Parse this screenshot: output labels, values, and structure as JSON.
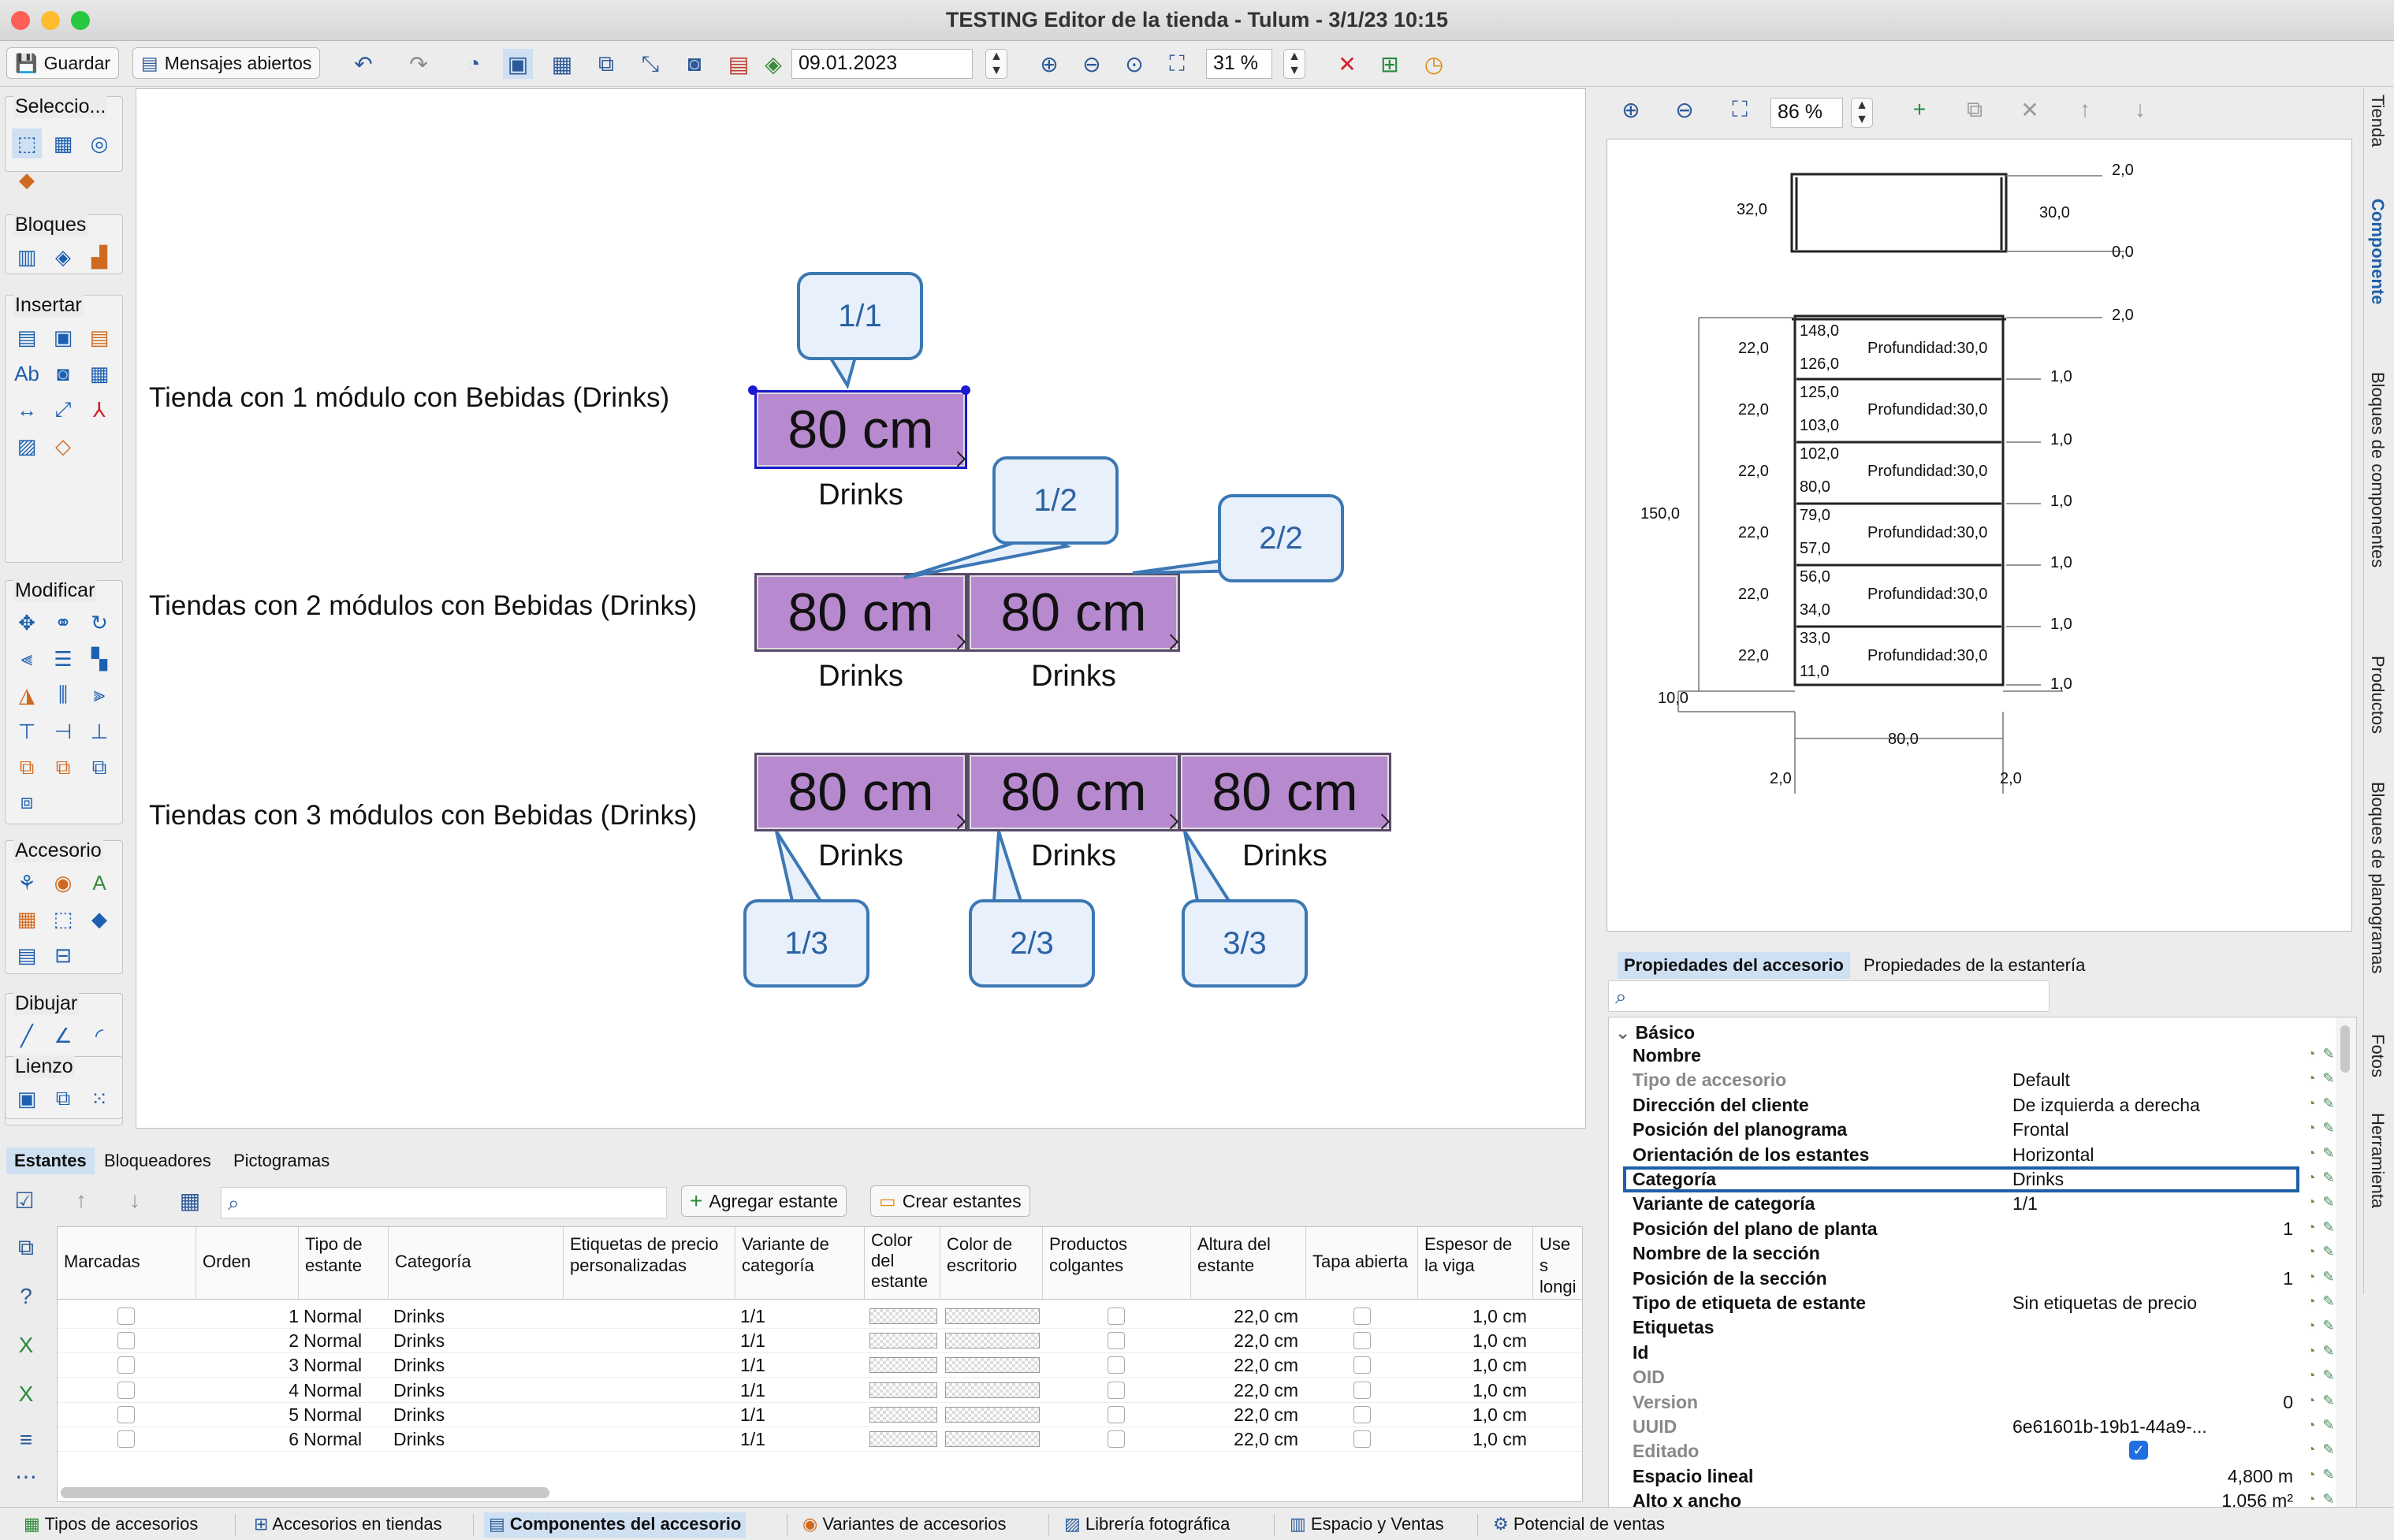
{
  "window": {
    "title": "TESTING Editor de la tienda - Tulum - 3/1/23 10:15"
  },
  "toolbar": {
    "save": "Guardar",
    "messages": "Mensajes abiertos",
    "date": "09.01.2023",
    "zoom": "31 %"
  },
  "palette": {
    "groups": [
      "Seleccio...",
      "Bloques",
      "Insertar",
      "Modificar",
      "Accesorio",
      "Dibujar",
      "Lienzo"
    ]
  },
  "canvas": {
    "rows": [
      {
        "label": "Tienda con 1 módulo con Bebidas (Drinks)"
      },
      {
        "label": "Tiendas con 2 módulos con Bebidas (Drinks)"
      },
      {
        "label": "Tiendas con 3 módulos con Bebidas (Drinks)"
      }
    ],
    "shelf_text": "80 cm",
    "category": "Drinks",
    "callouts": [
      "1/1",
      "1/2",
      "2/2",
      "1/3",
      "2/3",
      "3/3"
    ]
  },
  "right": {
    "zoom": "86 %",
    "dims": {
      "top": [
        "2,0",
        "32,0",
        "30,0",
        "0,0",
        "2,0"
      ],
      "left": [
        "22,0",
        "22,0",
        "22,0",
        "22,0",
        "22,0",
        "22,0"
      ],
      "height": "150,0",
      "base": "10,0",
      "width": "80,0",
      "foot": [
        "2,0",
        "2,0"
      ],
      "gaps": [
        "1,0",
        "1,0",
        "1,0",
        "1,0",
        "1,0",
        "1,0"
      ],
      "shelves": [
        {
          "a": "148,0",
          "b": "126,0",
          "p": "Profundidad:30,0"
        },
        {
          "a": "125,0",
          "b": "103,0",
          "p": "Profundidad:30,0"
        },
        {
          "a": "102,0",
          "b": "80,0",
          "p": "Profundidad:30,0"
        },
        {
          "a": "79,0",
          "b": "57,0",
          "p": "Profundidad:30,0"
        },
        {
          "a": "56,0",
          "b": "34,0",
          "p": "Profundidad:30,0"
        },
        {
          "a": "33,0",
          "b": "11,0",
          "p": "Profundidad:30,0"
        }
      ]
    },
    "tabs": [
      "Propiedades del accesorio",
      "Propiedades de la estantería"
    ],
    "section": "Básico",
    "props": [
      {
        "k": "Nombre",
        "v": ""
      },
      {
        "k": "Tipo de accesorio",
        "v": "Default",
        "muted": true
      },
      {
        "k": "Dirección del cliente",
        "v": "De izquierda a derecha"
      },
      {
        "k": "Posición del planograma",
        "v": "Frontal"
      },
      {
        "k": "Orientación de los estantes",
        "v": "Horizontal"
      },
      {
        "k": "Categoría",
        "v": "Drinks"
      },
      {
        "k": "Variante de categoría",
        "v": "1/1"
      },
      {
        "k": "Posición del plano de planta",
        "vr": "1"
      },
      {
        "k": "Nombre de la sección",
        "v": ""
      },
      {
        "k": "Posición de la sección",
        "vr": "1"
      },
      {
        "k": "Tipo de etiqueta de estante",
        "v": "Sin etiquetas de precio"
      },
      {
        "k": "Etiquetas",
        "v": ""
      },
      {
        "k": "Id",
        "v": ""
      },
      {
        "k": "OID",
        "v": "",
        "muted": true
      },
      {
        "k": "Version",
        "vr": "0",
        "muted": true
      },
      {
        "k": "UUID",
        "v": "6e61601b-19b1-44a9-...",
        "muted": true
      },
      {
        "k": "Editado",
        "v": "",
        "muted": true
      },
      {
        "k": "Espacio lineal",
        "vr": "4,800 m"
      },
      {
        "k": "Alto x ancho",
        "vr": "1,056 m²"
      }
    ],
    "sidetabs": [
      "Tienda",
      "Componente",
      "Bloques de componentes",
      "Productos",
      "Bloques de planogramas",
      "Fotos",
      "Herramienta"
    ]
  },
  "bottom": {
    "tabs": [
      "Estantes",
      "Bloqueadores",
      "Pictogramas"
    ],
    "add_btn": "Agregar estante",
    "create_btn": "Crear estantes",
    "headers": [
      "Marcadas",
      "Orden",
      "Tipo de estante",
      "Categoría",
      "Etiquetas de precio personalizadas",
      "Variante de categoría",
      "Color del estante",
      "Color de escritorio",
      "Productos colgantes",
      "Altura del estante",
      "Tapa abierta",
      "Espesor de la viga",
      "Use s longi"
    ],
    "rows": [
      {
        "n": "1",
        "t": "Normal",
        "c": "Drinks",
        "v": "1/1",
        "h": "22,0 cm",
        "e": "1,0 cm"
      },
      {
        "n": "2",
        "t": "Normal",
        "c": "Drinks",
        "v": "1/1",
        "h": "22,0 cm",
        "e": "1,0 cm"
      },
      {
        "n": "3",
        "t": "Normal",
        "c": "Drinks",
        "v": "1/1",
        "h": "22,0 cm",
        "e": "1,0 cm"
      },
      {
        "n": "4",
        "t": "Normal",
        "c": "Drinks",
        "v": "1/1",
        "h": "22,0 cm",
        "e": "1,0 cm"
      },
      {
        "n": "5",
        "t": "Normal",
        "c": "Drinks",
        "v": "1/1",
        "h": "22,0 cm",
        "e": "1,0 cm"
      },
      {
        "n": "6",
        "t": "Normal",
        "c": "Drinks",
        "v": "1/1",
        "h": "22,0 cm",
        "e": "1,0 cm"
      }
    ]
  },
  "status": [
    "Tipos de accesorios",
    "Accesorios en tiendas",
    "Componentes del accesorio",
    "Variantes de accesorios",
    "Librería fotográfica",
    "Espacio y Ventas",
    "Potencial de ventas"
  ],
  "colors": {
    "shelf": "#b78acf",
    "callout_border": "#3c78b4",
    "highlight": "#1f5fa8"
  }
}
